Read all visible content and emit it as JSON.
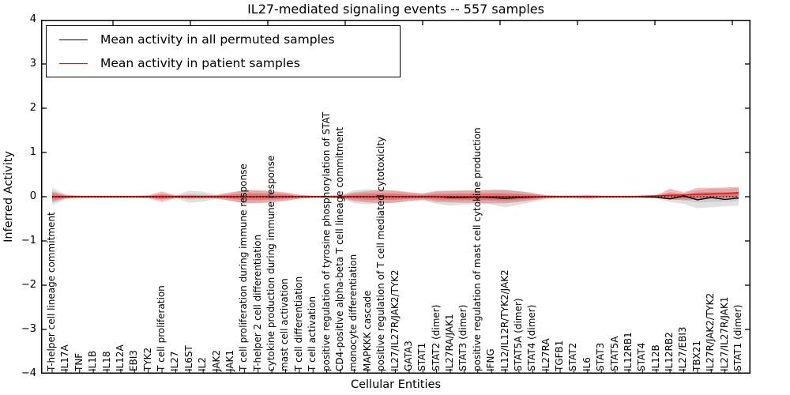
{
  "chart_data": {
    "type": "area",
    "title": "IL27-mediated signaling events -- 557 samples",
    "xlabel": "Cellular Entities",
    "ylabel": "Inferred Activity",
    "ylim": [
      -4,
      4
    ],
    "yticks": [
      4,
      3,
      2,
      1,
      0,
      -1,
      -2,
      -3,
      -4
    ],
    "grid": false,
    "legend_position": "upper left",
    "legend": [
      {
        "label": "Mean activity in all permuted samples",
        "color": "#000000"
      },
      {
        "label": "Mean activity in patient samples",
        "color": "#ff0000"
      }
    ],
    "categories": [
      "T-helper cell lineage commitment",
      "IL17A",
      "TNF",
      "IL1B",
      "IL18",
      "IL12A",
      "EBI3",
      "TYK2",
      "T cell proliferation",
      "IL27",
      "IL6ST",
      "IL2",
      "JAK2",
      "JAK1",
      "T cell proliferation during immune response",
      "T-helper 2 cell differentiation",
      "cytokine production during immune response",
      "mast cell activation",
      "T cell differentiation",
      "T cell activation",
      "positive regulation of tyrosine phosphorylation of STAT",
      "CD4-positive alpha-beta T cell lineage commitment",
      "monocyte differentiation",
      "MAPKKK cascade",
      "positive regulation of T cell mediated cytotoxicity",
      "IL27/IL27R/JAK2/TYK2",
      "GATA3",
      "STAT1",
      "STAT2 (dimer)",
      "IL27RA/JAK1",
      "STAT3 (dimer)",
      "positive regulation of mast cell cytokine production",
      "IFNG",
      "IL12/IL12R/TYK2/JAK2",
      "STAT5A (dimer)",
      "STAT4 (dimer)",
      "IL27RA",
      "TGFB1",
      "STAT2",
      "IL6",
      "STAT3",
      "STAT5A",
      "IL12RB1",
      "STAT4",
      "IL12B",
      "IL12RB2",
      "IL27/EBI3",
      "TBX21",
      "IL27R/JAK2/TYK2",
      "IL27/IL27R/JAK1",
      "STAT1 (dimer)"
    ],
    "series": [
      {
        "name": "permuted_band",
        "type": "band",
        "color": "#9a9a9a",
        "opacity": 0.3,
        "hi": [
          0.2,
          0.05,
          0.03,
          0.03,
          0.03,
          0.03,
          0.03,
          0.03,
          0.06,
          0.04,
          0.14,
          0.11,
          0.05,
          0.08,
          0.17,
          0.13,
          0.11,
          0.08,
          0.05,
          0.03,
          0.03,
          0.04,
          0.15,
          0.17,
          0.15,
          0.13,
          0.1,
          0.08,
          0.14,
          0.14,
          0.15,
          0.15,
          0.16,
          0.16,
          0.13,
          0.09,
          0.04,
          0.03,
          0.04,
          0.05,
          0.03,
          0.03,
          0.03,
          0.03,
          0.04,
          0.1,
          0.08,
          0.15,
          0.18,
          0.18,
          0.2
        ],
        "lo": [
          -0.2,
          -0.05,
          -0.03,
          -0.03,
          -0.03,
          -0.03,
          -0.03,
          -0.03,
          -0.06,
          -0.04,
          -0.14,
          -0.11,
          -0.05,
          -0.08,
          -0.17,
          -0.13,
          -0.11,
          -0.08,
          -0.05,
          -0.03,
          -0.03,
          -0.04,
          -0.15,
          -0.17,
          -0.15,
          -0.13,
          -0.1,
          -0.08,
          -0.16,
          -0.2,
          -0.18,
          -0.16,
          -0.18,
          -0.24,
          -0.18,
          -0.12,
          -0.06,
          -0.03,
          -0.04,
          -0.07,
          -0.03,
          -0.03,
          -0.03,
          -0.03,
          -0.04,
          -0.12,
          -0.16,
          -0.26,
          -0.24,
          -0.22,
          -0.2
        ]
      },
      {
        "name": "patient_band",
        "type": "band",
        "color": "#dd3b3b",
        "opacity": 0.33,
        "hi": [
          0.12,
          0.04,
          0.02,
          0.02,
          0.02,
          0.02,
          0.02,
          0.03,
          0.12,
          0.03,
          0.04,
          0.03,
          0.04,
          0.1,
          0.14,
          0.15,
          0.13,
          0.1,
          0.04,
          0.02,
          0.02,
          0.03,
          0.1,
          0.13,
          0.15,
          0.14,
          0.1,
          0.07,
          0.12,
          0.13,
          0.14,
          0.14,
          0.15,
          0.15,
          0.12,
          0.08,
          0.03,
          0.02,
          0.02,
          0.03,
          0.02,
          0.02,
          0.02,
          0.02,
          0.03,
          0.18,
          0.1,
          0.2,
          0.2,
          0.21,
          0.22
        ],
        "lo": [
          -0.12,
          -0.04,
          -0.02,
          -0.02,
          -0.02,
          -0.02,
          -0.02,
          -0.03,
          -0.12,
          -0.03,
          -0.04,
          -0.03,
          -0.04,
          -0.1,
          -0.14,
          -0.15,
          -0.13,
          -0.1,
          -0.04,
          -0.02,
          -0.02,
          -0.03,
          -0.1,
          -0.13,
          -0.15,
          -0.14,
          -0.1,
          -0.07,
          -0.12,
          -0.13,
          -0.14,
          -0.14,
          -0.15,
          -0.15,
          -0.12,
          -0.08,
          -0.03,
          -0.02,
          -0.02,
          -0.03,
          -0.02,
          -0.02,
          -0.02,
          -0.02,
          -0.03,
          -0.06,
          -0.08,
          -0.06,
          -0.04,
          -0.03,
          -0.02
        ]
      },
      {
        "name": "Mean activity in all permuted samples",
        "type": "line",
        "color": "#000000",
        "values": [
          0,
          0,
          0,
          0,
          0,
          0,
          0,
          0,
          0,
          0,
          0,
          0,
          0,
          0,
          0,
          0,
          0,
          0,
          0,
          0,
          0,
          0,
          0,
          0,
          0,
          0,
          0,
          0,
          0,
          -0.02,
          -0.02,
          -0.01,
          -0.02,
          -0.04,
          -0.02,
          -0.01,
          0,
          0,
          0,
          0,
          0,
          0,
          0,
          0,
          -0.01,
          -0.05,
          0.02,
          -0.07,
          -0.02,
          -0.06,
          -0.03
        ]
      },
      {
        "name": "Mean activity in patient samples",
        "type": "line",
        "color": "#ff0000",
        "values": [
          0,
          0,
          0,
          0,
          0,
          0,
          0,
          0,
          0,
          0,
          0,
          0,
          0,
          0,
          0,
          0,
          0,
          0,
          0,
          0,
          0,
          0,
          0,
          0,
          0,
          0,
          0,
          0,
          0,
          0,
          0,
          0,
          0,
          0,
          0,
          0,
          0,
          0,
          0,
          0,
          0,
          0,
          0,
          0.01,
          0.02,
          0.03,
          0.04,
          0.05,
          0.06,
          0.07,
          0.09
        ]
      }
    ],
    "zero_line": {
      "style": "dotted",
      "color": "#000000",
      "y": 0
    }
  }
}
